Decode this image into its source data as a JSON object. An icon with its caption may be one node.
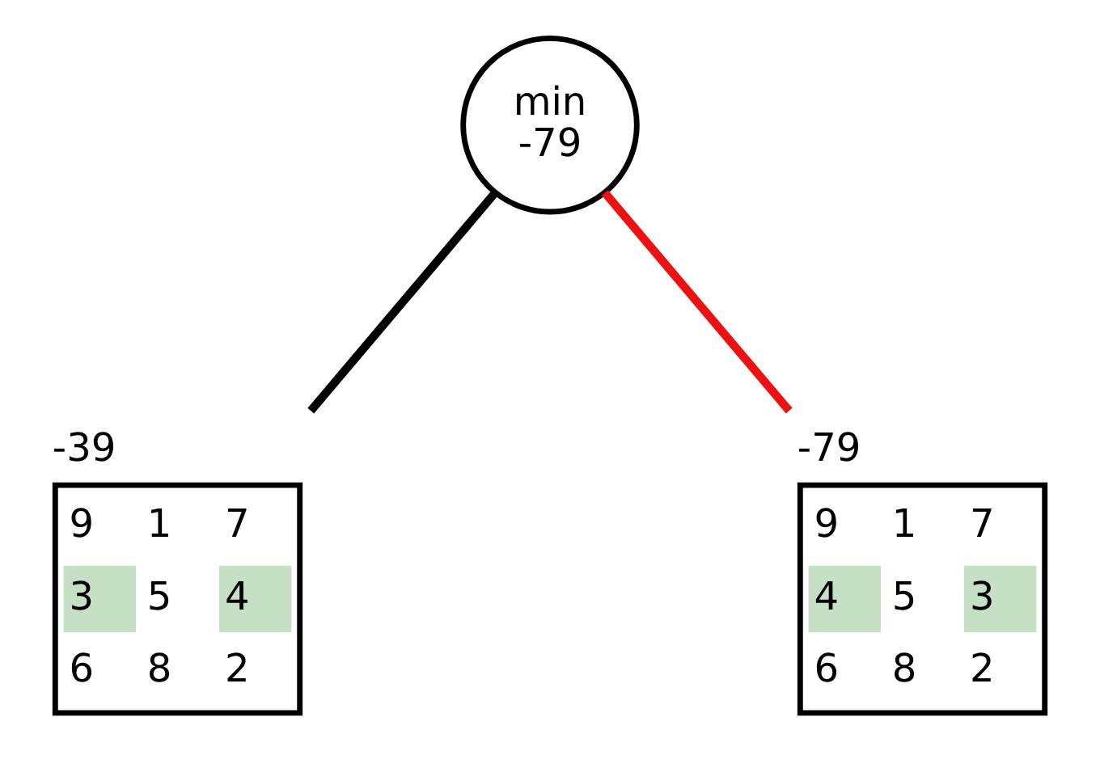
{
  "diagram": {
    "nodes": [
      {
        "text": [
          "min",
          "-79"
        ]
      },
      {
        "text": [
          "9",
          "1",
          "7",
          "3",
          "5",
          "4",
          "6",
          "8",
          "2"
        ],
        "beside": [
          "-39"
        ]
      },
      {
        "text": [
          "9",
          "1",
          "7",
          "4",
          "5",
          "3",
          "6",
          "8",
          "2"
        ],
        "beside": [
          "-79"
        ]
      }
    ],
    "edges": [
      {
        "from": 0,
        "to": 1,
        "arrow": "none"
      },
      {
        "from": 0,
        "to": 2,
        "arrow": "none",
        "color": "#ee1111"
      }
    ]
  }
}
